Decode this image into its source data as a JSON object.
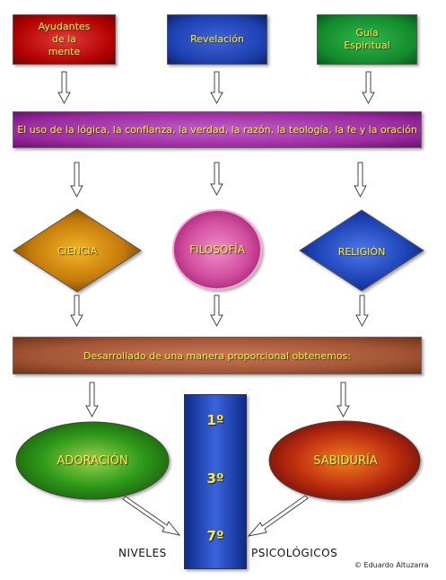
{
  "sources": [
    {
      "label": "Ayudantes\nde la\nmente"
    },
    {
      "label": "Revelación"
    },
    {
      "label": "Guía\nEspiritual"
    }
  ],
  "methods_bar": {
    "text": "El uso de la lógica, la confianza, la verdad, la razón, la teología, la fe y la oración"
  },
  "domains": [
    {
      "label": "CIENCIA"
    },
    {
      "label": "FILOSOFÍA"
    },
    {
      "label": "RELIGIÓN"
    }
  ],
  "result_bar": {
    "text": "Desarrollado de una manera proporcional obtenemos:"
  },
  "outcomes": [
    {
      "label": "ADORACIÓN"
    },
    {
      "label": "SABIDURÍA"
    }
  ],
  "levels": [
    "1º",
    "3º",
    "7º"
  ],
  "bottom_labels": {
    "left": "NIVELES",
    "right": "PSICOLÓGICOS"
  },
  "credit": "© Eduardo Altuzarra",
  "colors": {
    "source_red": "#b10000",
    "source_blue": "#1c3fb0",
    "source_green": "#138a2c",
    "methods_magenta": "#9a2a9e",
    "ciencia_orange": "#d08a10",
    "filosofia_pink": "#d24ea0",
    "religion_blue": "#1f44b8",
    "result_brown": "#a35434",
    "adoracion_green": "#2f9a1a",
    "sabiduria_red": "#c03010",
    "levels_blue": "#1f44b8",
    "label_yellow": "#ffeb3b"
  }
}
